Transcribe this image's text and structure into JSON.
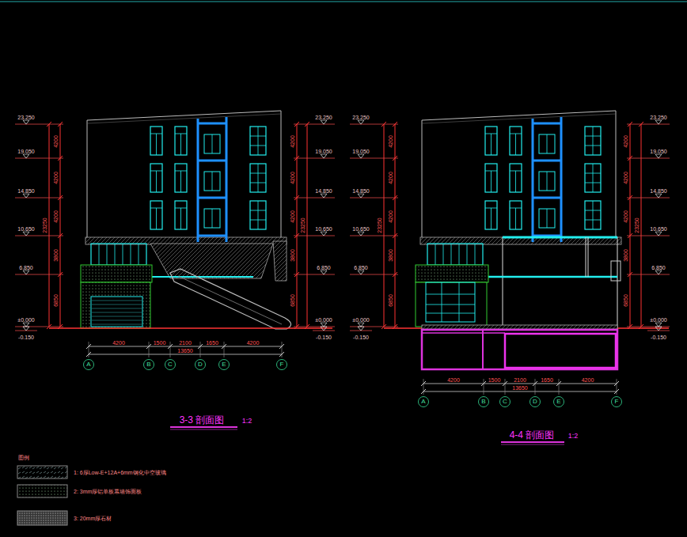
{
  "diagram": {
    "nodes": [
      {
        "text": [
          "A"
        ]
      },
      {
        "text": [
          "B"
        ]
      },
      {
        "text": [
          "C"
        ]
      },
      {
        "text": [
          "D"
        ]
      },
      {
        "text": [
          "E"
        ]
      },
      {
        "text": [
          "F"
        ]
      },
      {
        "text": [
          "A"
        ]
      },
      {
        "text": [
          "B"
        ]
      },
      {
        "text": [
          "C"
        ]
      },
      {
        "text": [
          "D"
        ]
      },
      {
        "text": [
          "E"
        ]
      },
      {
        "text": [
          "F"
        ]
      }
    ],
    "labels": [
      "23.250",
      "19.050",
      "14.850",
      "10.650",
      "6.850",
      "±0.000",
      "-0.150",
      "23.250",
      "19.050",
      "14.850",
      "10.650",
      "6.850",
      "±0.000",
      "-0.150",
      "23.250",
      "19.050",
      "14.850",
      "10.650",
      "6.850",
      "±0.000",
      "-0.150",
      "23.250",
      "19.050",
      "14.850",
      "10.650",
      "6.850",
      "±0.000",
      "-0.150",
      "4200",
      "4200",
      "4200",
      "3800",
      "6850",
      "23250",
      "4200",
      "4200",
      "4200",
      "3800",
      "6850",
      "23250",
      "4200",
      "4200",
      "4200",
      "3800",
      "6850",
      "23250",
      "4200",
      "4200",
      "4200",
      "3800",
      "6850",
      "23250",
      "4200",
      "1500",
      "2100",
      "1650",
      "4200",
      "13650",
      "4200",
      "1500",
      "2100",
      "1650",
      "4200",
      "13650",
      "3-3 剖面图",
      "1:2",
      "4-4 剖面图",
      "1:2",
      "图例"
    ],
    "legend": [
      {
        "text": "1: 6厚Low-E+12A+6mm钢化中空玻璃"
      },
      {
        "text": "2: 3mm厚铝单板幕墙饰面板"
      },
      {
        "text": "3: 20mm厚石材"
      }
    ]
  }
}
